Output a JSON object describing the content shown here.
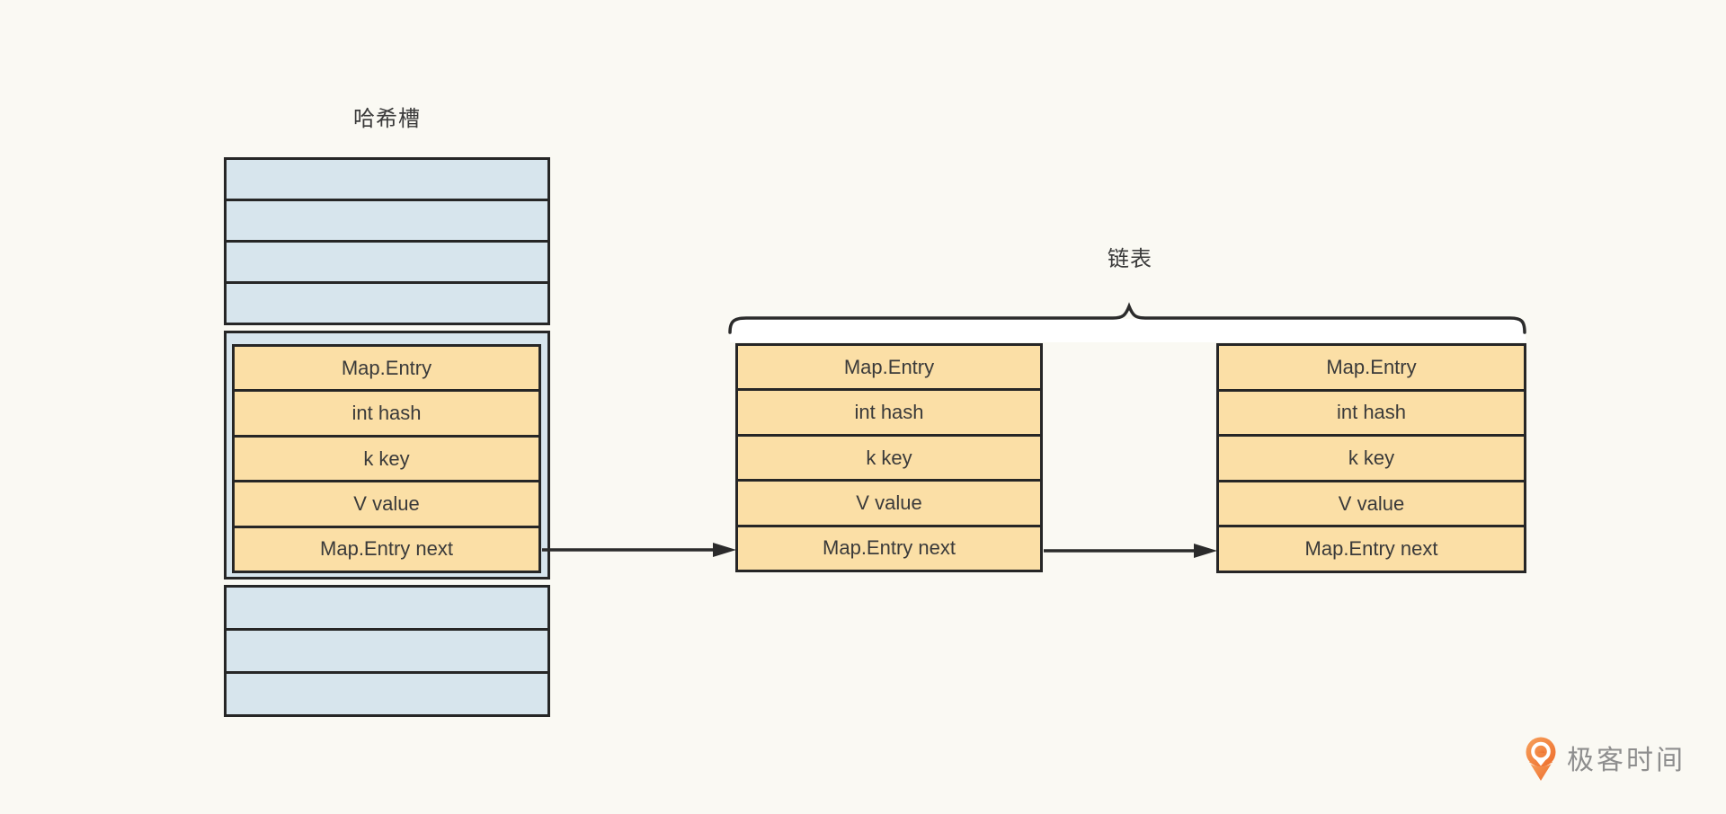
{
  "diagram": {
    "hash_slots_title": "哈希槽",
    "linked_list_label": "链表",
    "empty_slot_count_top": 4,
    "empty_slot_count_bottom": 3,
    "entry_fields": [
      "Map.Entry",
      "int hash",
      "k key",
      "V value",
      "Map.Entry next"
    ],
    "entry_node_count": 3,
    "arrow_count": 2
  },
  "colors": {
    "background": "#FAF9F3",
    "slot_blue": "#D7E5ED",
    "entry_orange": "#FBDFA6",
    "line_dark": "#262626",
    "text_dark": "#3A3A3A",
    "logo_orange": "#ED6C2B",
    "logo_orange_light": "#F7A15C",
    "logo_text_gray": "#8E8E8E"
  },
  "logo": {
    "brand_text": "极客时间",
    "icon": "geektime-pin-icon"
  }
}
